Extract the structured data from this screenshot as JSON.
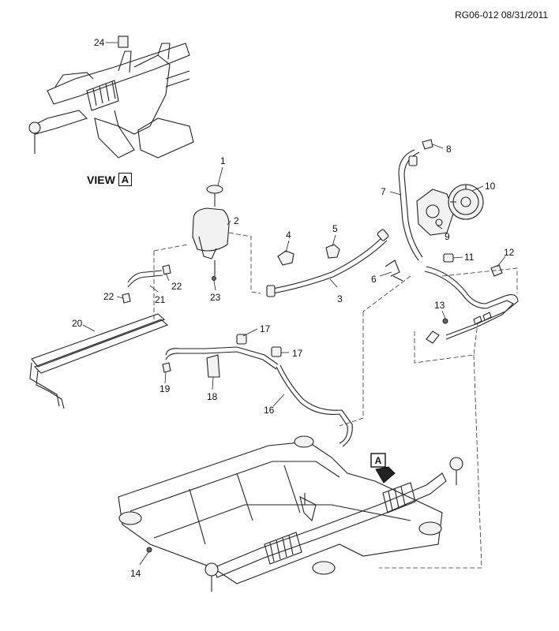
{
  "header": {
    "reference": "RG06-012 08/31/2011"
  },
  "view": {
    "label": "VIEW",
    "letter": "A"
  },
  "marker": {
    "letter": "A"
  },
  "callouts": [
    {
      "id": "c1",
      "text": "1"
    },
    {
      "id": "c2",
      "text": "2"
    },
    {
      "id": "c3",
      "text": "3"
    },
    {
      "id": "c4",
      "text": "4"
    },
    {
      "id": "c5",
      "text": "5"
    },
    {
      "id": "c6",
      "text": "6"
    },
    {
      "id": "c7",
      "text": "7"
    },
    {
      "id": "c8",
      "text": "8"
    },
    {
      "id": "c9",
      "text": "9"
    },
    {
      "id": "c10",
      "text": "10"
    },
    {
      "id": "c11",
      "text": "11"
    },
    {
      "id": "c12",
      "text": "12"
    },
    {
      "id": "c13",
      "text": "13"
    },
    {
      "id": "c14",
      "text": "14"
    },
    {
      "id": "c16",
      "text": "16"
    },
    {
      "id": "c17a",
      "text": "17"
    },
    {
      "id": "c17b",
      "text": "17"
    },
    {
      "id": "c18",
      "text": "18"
    },
    {
      "id": "c19",
      "text": "19"
    },
    {
      "id": "c20",
      "text": "20"
    },
    {
      "id": "c21",
      "text": "21"
    },
    {
      "id": "c22a",
      "text": "22"
    },
    {
      "id": "c22b",
      "text": "22"
    },
    {
      "id": "c23",
      "text": "23"
    },
    {
      "id": "c24",
      "text": "24"
    }
  ]
}
